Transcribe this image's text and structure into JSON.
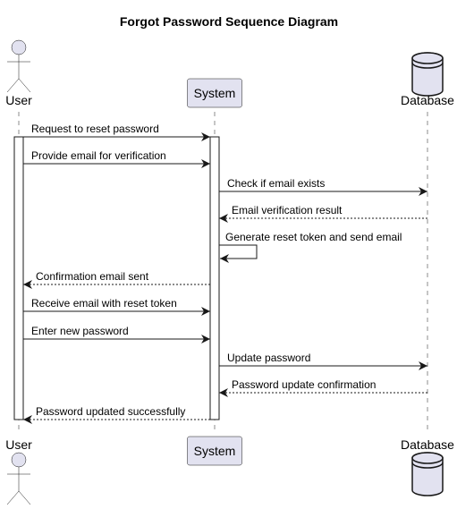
{
  "title": "Forgot Password Sequence Diagram",
  "colors": {
    "participant_fill": "#E2E2F0",
    "participant_stroke": "#181818",
    "lifeline": "#181818",
    "arrow": "#181818"
  },
  "participants": [
    {
      "id": "user",
      "label": "User",
      "kind": "actor"
    },
    {
      "id": "system",
      "label": "System",
      "kind": "participant"
    },
    {
      "id": "database",
      "label": "Database",
      "kind": "database"
    }
  ],
  "messages": [
    {
      "from": "user",
      "to": "system",
      "label": "Request to reset password",
      "style": "solid"
    },
    {
      "from": "user",
      "to": "system",
      "label": "Provide email for verification",
      "style": "solid"
    },
    {
      "from": "system",
      "to": "database",
      "label": "Check if email exists",
      "style": "solid"
    },
    {
      "from": "database",
      "to": "system",
      "label": "Email verification result",
      "style": "dashed"
    },
    {
      "from": "system",
      "to": "system",
      "label": "Generate reset token and send email",
      "style": "solid"
    },
    {
      "from": "system",
      "to": "user",
      "label": "Confirmation email sent",
      "style": "dashed"
    },
    {
      "from": "user",
      "to": "system",
      "label": "Receive email with reset token",
      "style": "solid"
    },
    {
      "from": "user",
      "to": "system",
      "label": "Enter new password",
      "style": "solid"
    },
    {
      "from": "system",
      "to": "database",
      "label": "Update password",
      "style": "solid"
    },
    {
      "from": "database",
      "to": "system",
      "label": "Password update confirmation",
      "style": "dashed"
    },
    {
      "from": "system",
      "to": "user",
      "label": "Password updated successfully",
      "style": "dashed"
    }
  ]
}
